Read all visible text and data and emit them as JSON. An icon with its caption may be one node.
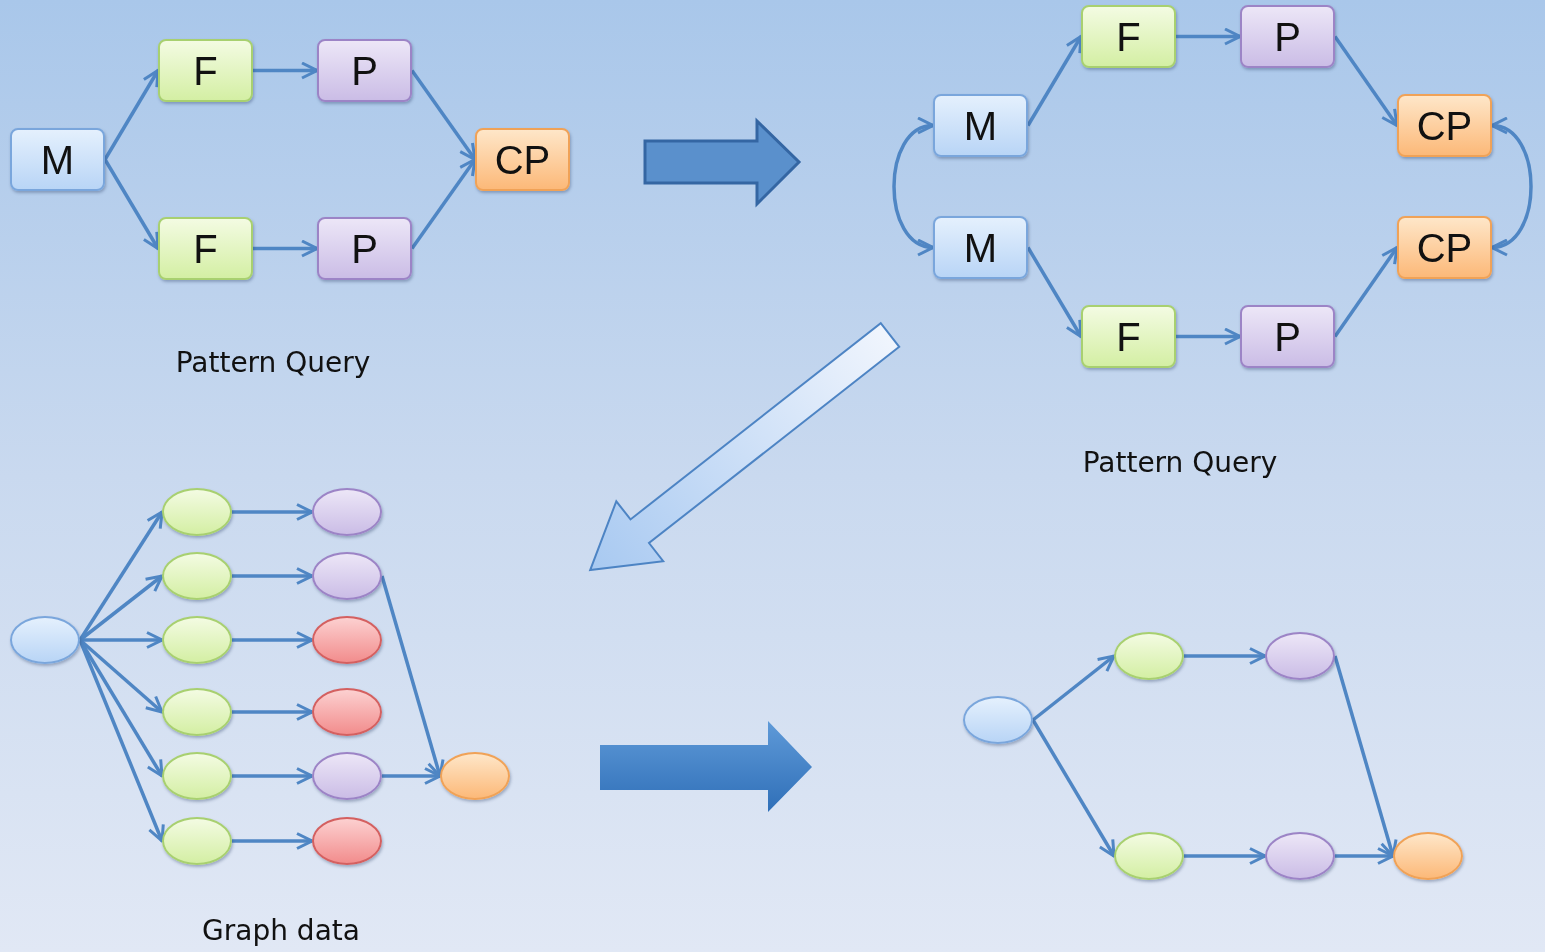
{
  "diagram": {
    "nodes": [
      {
        "text": [
          "M"
        ]
      },
      {
        "text": [
          "F"
        ]
      },
      {
        "text": [
          "P"
        ]
      },
      {
        "text": [
          "CP"
        ]
      },
      {
        "text": [
          "F"
        ]
      },
      {
        "text": [
          "P"
        ]
      },
      {
        "text": [
          "F"
        ]
      },
      {
        "text": [
          "P"
        ]
      },
      {
        "text": [
          "M"
        ]
      },
      {
        "text": [
          "CP"
        ]
      },
      {
        "text": [
          "M"
        ]
      },
      {
        "text": [
          "CP"
        ]
      },
      {
        "text": [
          "F"
        ]
      },
      {
        "text": [
          "P"
        ]
      },
      {
        "text": [],
        "shape": "ellipse"
      },
      {
        "text": [],
        "shape": "ellipse"
      },
      {
        "text": [],
        "shape": "ellipse"
      },
      {
        "text": [],
        "shape": "ellipse"
      },
      {
        "text": [],
        "shape": "ellipse"
      },
      {
        "text": [],
        "shape": "ellipse"
      },
      {
        "text": [],
        "shape": "ellipse"
      },
      {
        "text": [],
        "shape": "ellipse"
      },
      {
        "text": [],
        "shape": "ellipse"
      },
      {
        "text": [],
        "shape": "ellipse"
      },
      {
        "text": [],
        "shape": "ellipse"
      },
      {
        "text": [],
        "shape": "ellipse"
      },
      {
        "text": [],
        "shape": "ellipse"
      },
      {
        "text": [],
        "shape": "ellipse"
      },
      {
        "text": [],
        "shape": "ellipse"
      },
      {
        "text": [],
        "shape": "ellipse"
      },
      {
        "text": [],
        "shape": "ellipse"
      },
      {
        "text": [],
        "shape": "ellipse"
      },
      {
        "text": [],
        "shape": "ellipse"
      },
      {
        "text": [],
        "shape": "ellipse"
      }
    ],
    "edges": [
      {
        "from": 0,
        "to": 1,
        "arrow": "to"
      },
      {
        "from": 0,
        "to": 4,
        "arrow": "to"
      },
      {
        "from": 1,
        "to": 2,
        "arrow": "to"
      },
      {
        "from": 4,
        "to": 5,
        "arrow": "to"
      },
      {
        "from": 2,
        "to": 3,
        "arrow": "to"
      },
      {
        "from": 5,
        "to": 3,
        "arrow": "to"
      },
      {
        "from": 8,
        "to": 6,
        "arrow": "to"
      },
      {
        "from": 6,
        "to": 7,
        "arrow": "to"
      },
      {
        "from": 7,
        "to": 9,
        "arrow": "to"
      },
      {
        "from": 8,
        "to": 10,
        "arrow": "both"
      },
      {
        "from": 9,
        "to": 11,
        "arrow": "both"
      },
      {
        "from": 10,
        "to": 12,
        "arrow": "to"
      },
      {
        "from": 12,
        "to": 13,
        "arrow": "to"
      },
      {
        "from": 13,
        "to": 11,
        "arrow": "to"
      },
      {
        "from": 14,
        "to": 15,
        "arrow": "to"
      },
      {
        "from": 14,
        "to": 17,
        "arrow": "to"
      },
      {
        "from": 14,
        "to": 19,
        "arrow": "to"
      },
      {
        "from": 14,
        "to": 21,
        "arrow": "to"
      },
      {
        "from": 14,
        "to": 23,
        "arrow": "to"
      },
      {
        "from": 14,
        "to": 26,
        "arrow": "to"
      },
      {
        "from": 15,
        "to": 16,
        "arrow": "to"
      },
      {
        "from": 17,
        "to": 18,
        "arrow": "to"
      },
      {
        "from": 19,
        "to": 20,
        "arrow": "to"
      },
      {
        "from": 21,
        "to": 22,
        "arrow": "to"
      },
      {
        "from": 23,
        "to": 24,
        "arrow": "to"
      },
      {
        "from": 26,
        "to": 27,
        "arrow": "to"
      },
      {
        "from": 18,
        "to": 25,
        "arrow": "to"
      },
      {
        "from": 24,
        "to": 25,
        "arrow": "to"
      },
      {
        "from": 28,
        "to": 29,
        "arrow": "to"
      },
      {
        "from": 28,
        "to": 31,
        "arrow": "to"
      },
      {
        "from": 29,
        "to": 30,
        "arrow": "to"
      },
      {
        "from": 31,
        "to": 32,
        "arrow": "to"
      },
      {
        "from": 30,
        "to": 33,
        "arrow": "to"
      },
      {
        "from": 32,
        "to": 33,
        "arrow": "to"
      }
    ],
    "labels": [
      "Pattern Query",
      "Pattern Query",
      "Graph data"
    ]
  }
}
